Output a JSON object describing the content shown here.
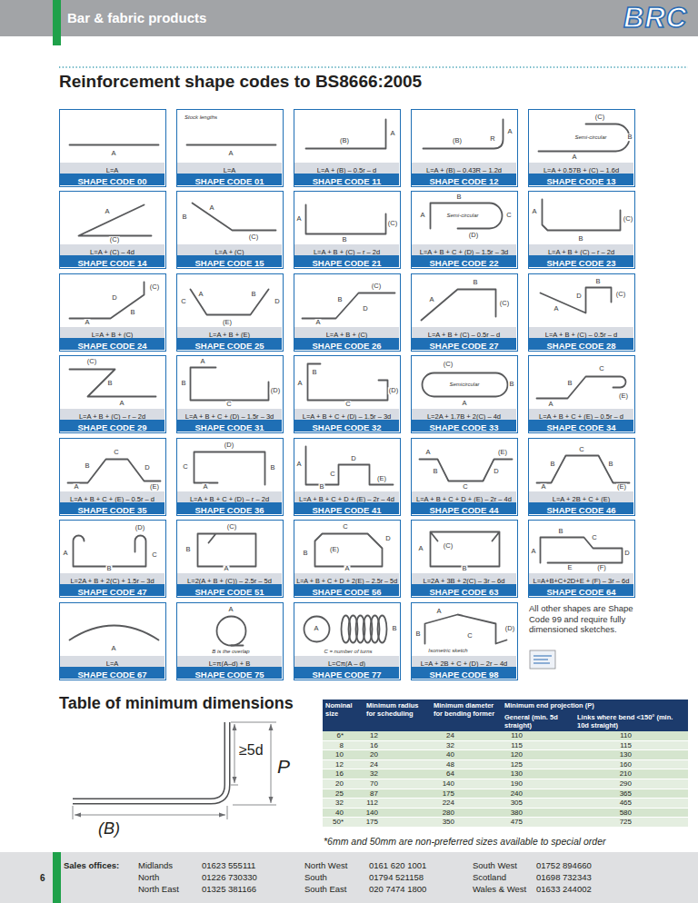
{
  "diagram": {
    "title": "Reinforcement shape codes to BS8666:2005",
    "nodes": [
      {
        "text": [
          "A",
          "L=A",
          "SHAPE CODE 00"
        ]
      },
      {
        "text": [
          "Stock lengths",
          "A",
          "L=A",
          "SHAPE CODE 01"
        ]
      },
      {
        "text": [
          "(B)",
          "A",
          "L=A + (B) – 0.5r – d",
          "SHAPE CODE 11"
        ]
      },
      {
        "text": [
          "(B)",
          "R",
          "A",
          "L=A + (B) – 0.43R – 1.2d",
          "SHAPE CODE 12"
        ]
      },
      {
        "text": [
          "(C)",
          "Semi-circular",
          "B",
          "A",
          "L=A + 0.57B + (C) – 1.6d",
          "SHAPE CODE 13"
        ]
      },
      {
        "text": [
          "A",
          "(C)",
          "L=A + (C) – 4d",
          "SHAPE CODE 14"
        ]
      },
      {
        "text": [
          "B",
          "A",
          "(C)",
          "L=A + (C)",
          "SHAPE CODE 15"
        ]
      },
      {
        "text": [
          "A",
          "B",
          "(C)",
          "L=A + B + (C) – r – 2d",
          "SHAPE CODE 21"
        ]
      },
      {
        "text": [
          "B",
          "A",
          "Semi-circular",
          "C",
          "(D)",
          "L=A + B + C + (D) – 1.5r – 3d",
          "SHAPE CODE 22"
        ]
      },
      {
        "text": [
          "A",
          "B",
          "(C)",
          "L=A + B + (C) – r – 2d",
          "SHAPE CODE 23"
        ]
      },
      {
        "text": [
          "A",
          "D",
          "B",
          "(C)",
          "L=A + B + (C)",
          "SHAPE CODE 24"
        ]
      },
      {
        "text": [
          "C",
          "A",
          "B",
          "D",
          "(E)",
          "L=A + B + (E)",
          "SHAPE CODE 25"
        ]
      },
      {
        "text": [
          "A",
          "B",
          "D",
          "(C)",
          "L=A + B + (C)",
          "SHAPE CODE 26"
        ]
      },
      {
        "text": [
          "A",
          "B",
          "(C)",
          "L=A + B + (C) – 0.5r – d",
          "SHAPE CODE 27"
        ]
      },
      {
        "text": [
          "A",
          "D",
          "B",
          "(C)",
          "L=A + B + (C) – 0.5r – d",
          "SHAPE CODE 28"
        ]
      },
      {
        "text": [
          "(C)",
          "B",
          "A",
          "L=A + B + (C) – r – 2d",
          "SHAPE CODE 29"
        ]
      },
      {
        "text": [
          "A",
          "B",
          "C",
          "(D)",
          "L=A + B + C + (D) – 1.5r – 3d",
          "SHAPE CODE 31"
        ]
      },
      {
        "text": [
          "B",
          "A",
          "C",
          "(D)",
          "L=A + B + C + (D) – 1.5r – 3d",
          "SHAPE CODE 32"
        ]
      },
      {
        "text": [
          "(C)",
          "Semicircular",
          "B",
          "A",
          "L=2A + 1.7B + 2(C) – 4d",
          "SHAPE CODE 33"
        ]
      },
      {
        "text": [
          "A",
          "B",
          "C",
          "(E)",
          "L=A + B + C + (E) – 0.5r – d",
          "SHAPE CODE 34"
        ]
      },
      {
        "text": [
          "A",
          "B",
          "C",
          "D",
          "(E)",
          "L=A + B + C + (E) – 0.5r – d",
          "SHAPE CODE 35"
        ]
      },
      {
        "text": [
          "(D)",
          "C",
          "B",
          "A",
          "L=A + B + C + (D) – r – 2d",
          "SHAPE CODE 36"
        ]
      },
      {
        "text": [
          "A",
          "C",
          "B",
          "D",
          "(E)",
          "L=A + B + C + D + (E) – 2r – 4d",
          "SHAPE CODE 41"
        ]
      },
      {
        "text": [
          "A",
          "B",
          "C",
          "D",
          "(E)",
          "L=A + B + C + D + (E) – 2r – 4d",
          "SHAPE CODE 44"
        ]
      },
      {
        "text": [
          "A",
          "B",
          "C",
          "B",
          "(E)",
          "L=A + 2B + C + (E)",
          "SHAPE CODE 46"
        ]
      },
      {
        "text": [
          "(D)",
          "A",
          "C",
          "B",
          "L=2A + B + 2(C) + 1.5r – 3d",
          "SHAPE CODE 47"
        ]
      },
      {
        "text": [
          "(C)",
          "B",
          "A",
          "L=2(A + B + (C)) – 2.5r – 5d",
          "SHAPE CODE 51"
        ]
      },
      {
        "text": [
          "C",
          "D",
          "(E)",
          "B",
          "A",
          "L=A + B + C + D + 2(E) – 2.5r – 5d",
          "SHAPE CODE 56"
        ]
      },
      {
        "text": [
          "A",
          "(C)",
          "B",
          "L=2A + 3B + 2(C) – 3r – 6d",
          "SHAPE CODE 63"
        ]
      },
      {
        "text": [
          "A",
          "B",
          "C",
          "D",
          "E",
          "(F)",
          "L=A+B+C+2D+E + (F) – 3r – 6d",
          "SHAPE CODE 64"
        ]
      },
      {
        "text": [
          "A",
          "L=A",
          "SHAPE CODE 67"
        ]
      },
      {
        "text": [
          "A",
          "B is the overlap",
          "L=π(A–d) + B",
          "SHAPE CODE 75"
        ]
      },
      {
        "text": [
          "A",
          "B",
          "C = number of turns",
          "L=Cπ(A – d)",
          "SHAPE CODE 77"
        ]
      },
      {
        "text": [
          "A",
          "B",
          "C",
          "(D)",
          "Isometric sketch",
          "L=A + 2B + C + (D) – 2r – 4d",
          "SHAPE CODE 98"
        ]
      }
    ],
    "labels": [
      "Bar & fabric products",
      "BRC",
      "Table of minimum dimensions",
      "≥5d",
      "P",
      "(B)",
      "Nominal size",
      "Minimum radius for scheduling",
      "Minimum diameter for bending former",
      "Minimum end projection (P)",
      "General (min. 5d straight)",
      "Links where bend <150° (min. 10d straight)",
      "6*",
      "12",
      "24",
      "110",
      "110",
      "8",
      "16",
      "32",
      "115",
      "115",
      "10",
      "20",
      "40",
      "120",
      "130",
      "12",
      "24",
      "48",
      "125",
      "160",
      "16",
      "32",
      "64",
      "130",
      "210",
      "20",
      "70",
      "140",
      "190",
      "290",
      "25",
      "87",
      "175",
      "240",
      "365",
      "32",
      "112",
      "224",
      "305",
      "465",
      "40",
      "140",
      "280",
      "380",
      "580",
      "50*",
      "175",
      "350",
      "475",
      "725",
      "*6mm and 50mm are non-preferred sizes available to special order",
      "All other shapes are Shape Code 99 and require fully dimensioned sketches.",
      "Sales offices:",
      "Midlands",
      "01623 555111",
      "North",
      "01226 730330",
      "North East",
      "01325 381166",
      "North West",
      "0161 620 1001",
      "South",
      "01794 521158",
      "South East",
      "020 7474 1800",
      "South West",
      "01752 894660",
      "Scotland",
      "01698 732343",
      "Wales & West",
      "01633 244002",
      "6"
    ]
  }
}
